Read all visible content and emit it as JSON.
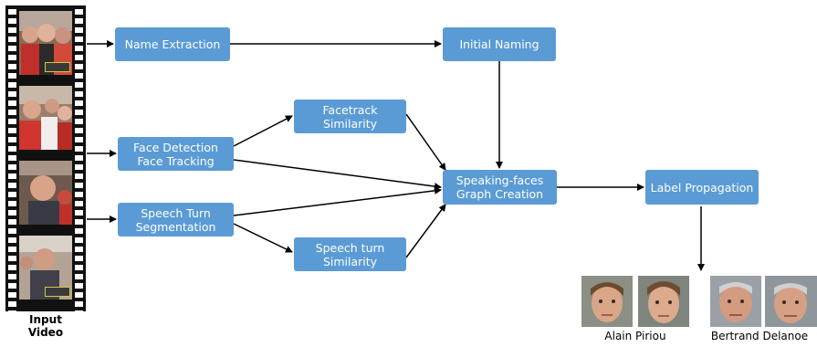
{
  "input": {
    "line1": "Input",
    "line2": "Video"
  },
  "nodes": {
    "name_extraction": "Name Extraction",
    "initial_naming": "Initial Naming",
    "face_detection": [
      "Face Detection",
      "Face Tracking"
    ],
    "speech_turn": [
      "Speech Turn",
      "Segmentation"
    ],
    "facetrack_similarity": [
      "Facetrack",
      "Similarity"
    ],
    "speech_similarity": [
      "Speech turn",
      "Similarity"
    ],
    "graph_creation": [
      "Speaking-faces",
      "Graph Creation"
    ],
    "label_propagation": "Label Propagation"
  },
  "people": [
    {
      "name": "Alain Piriou"
    },
    {
      "name": "Bertrand Delanoe"
    }
  ],
  "colors": {
    "node": "#5b9bd5",
    "arrow": "#000000",
    "film": "#111111"
  }
}
